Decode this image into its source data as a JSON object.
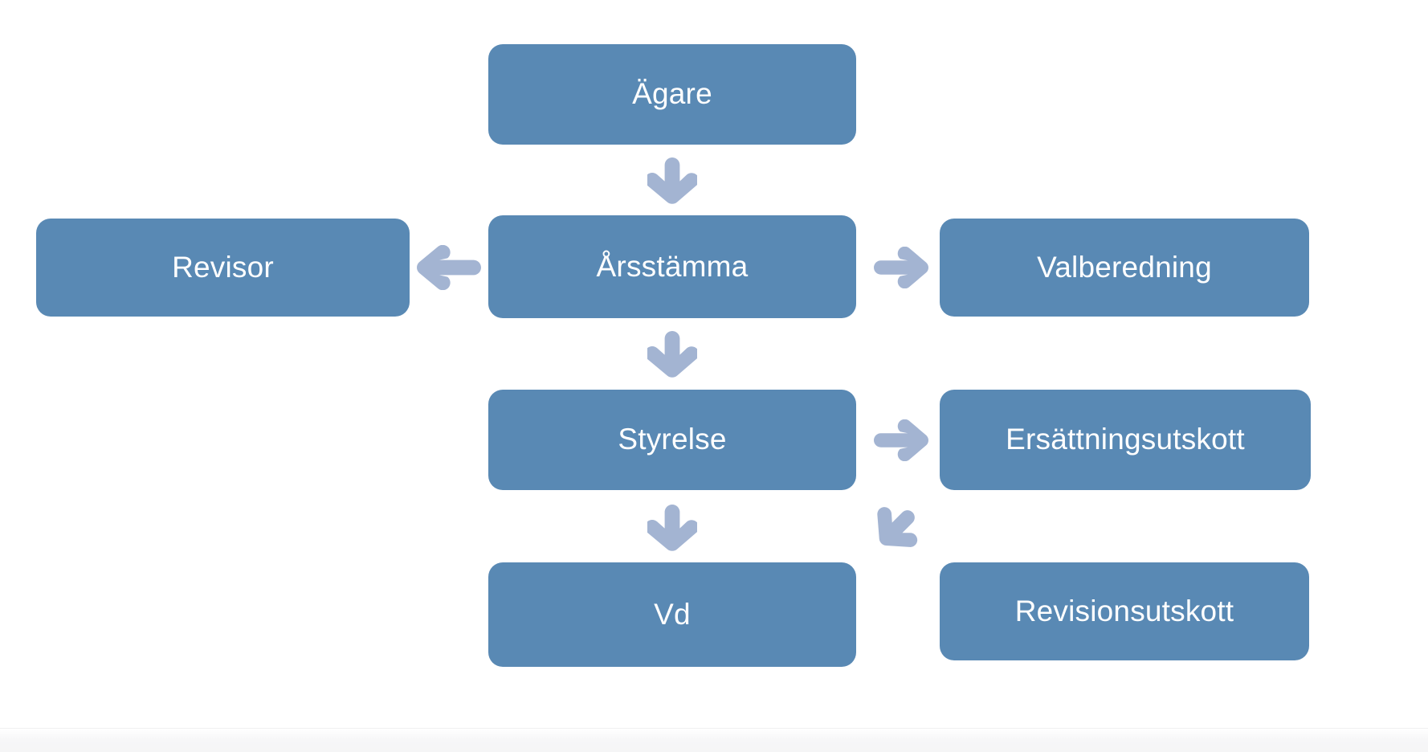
{
  "diagram": {
    "type": "org-chart",
    "language": "sv",
    "background_color": "#ffffff",
    "node_color": "#5989b4",
    "node_text_color": "#ffffff",
    "arrow_color": "#a3b4d2",
    "nodes": [
      {
        "id": "agare",
        "label": "Ägare",
        "column": "center",
        "row": 1
      },
      {
        "id": "arsstamma",
        "label": "Årsstämma",
        "column": "center",
        "row": 2
      },
      {
        "id": "styrelse",
        "label": "Styrelse",
        "column": "center",
        "row": 3
      },
      {
        "id": "vd",
        "label": "Vd",
        "column": "center",
        "row": 4
      },
      {
        "id": "revisor",
        "label": "Revisor",
        "column": "left",
        "row": 2
      },
      {
        "id": "valberedning",
        "label": "Valberedning",
        "column": "right",
        "row": 2
      },
      {
        "id": "ersattningsutskott",
        "label": "Ersättningsutskott",
        "column": "right",
        "row": 3
      },
      {
        "id": "revisionsutskott",
        "label": "Revisionsutskott",
        "column": "right",
        "row": 4
      }
    ],
    "edges": [
      {
        "from": "agare",
        "to": "arsstamma",
        "direction": "down"
      },
      {
        "from": "arsstamma",
        "to": "styrelse",
        "direction": "down"
      },
      {
        "from": "styrelse",
        "to": "vd",
        "direction": "down"
      },
      {
        "from": "arsstamma",
        "to": "revisor",
        "direction": "left"
      },
      {
        "from": "arsstamma",
        "to": "valberedning",
        "direction": "right"
      },
      {
        "from": "styrelse",
        "to": "ersattningsutskott",
        "direction": "right"
      },
      {
        "from": "styrelse",
        "to": "revisionsutskott",
        "direction": "down-right"
      }
    ]
  }
}
